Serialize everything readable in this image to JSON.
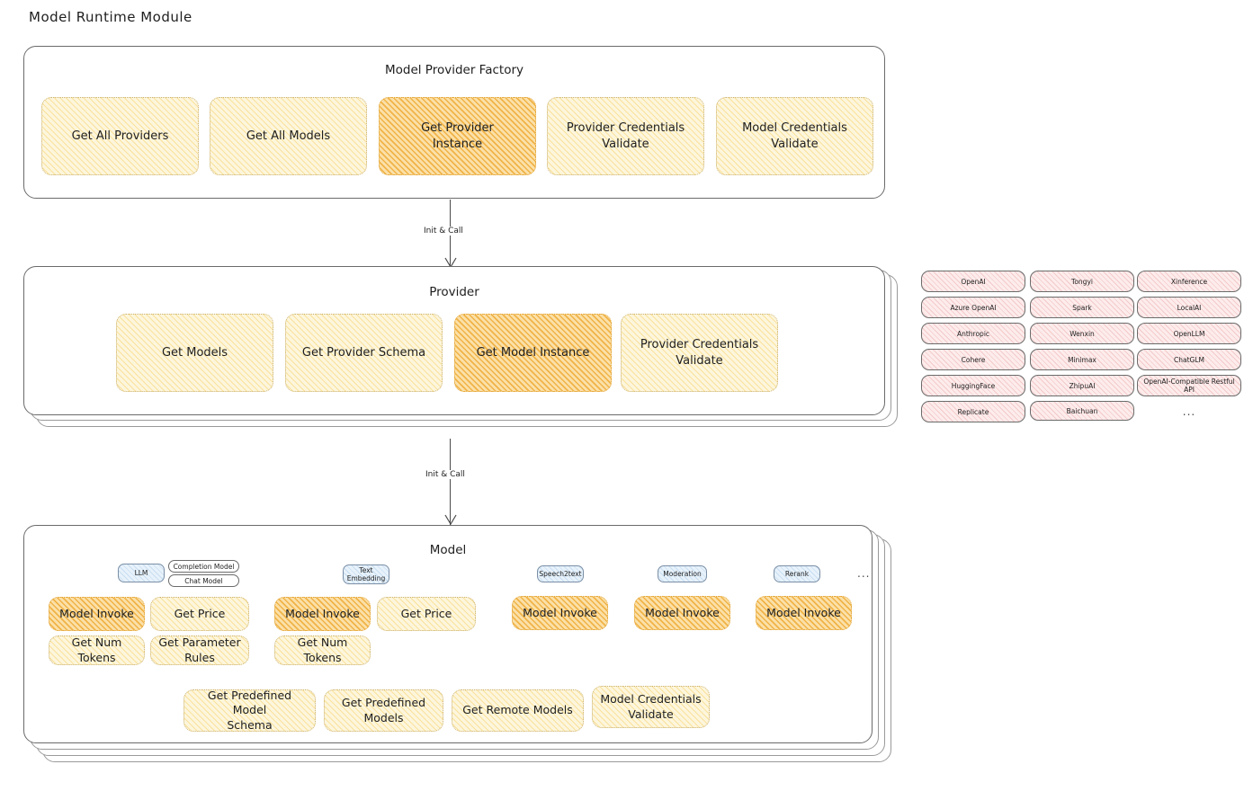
{
  "page": {
    "title": "Model Runtime Module"
  },
  "factory": {
    "title": "Model Provider Factory",
    "items": [
      {
        "label": "Get All Providers",
        "highlighted": false
      },
      {
        "label": "Get All Models",
        "highlighted": false
      },
      {
        "label": "Get Provider\nInstance",
        "highlighted": true
      },
      {
        "label": "Provider Credentials\nValidate",
        "highlighted": false
      },
      {
        "label": "Model Credentials\nValidate",
        "highlighted": false
      }
    ]
  },
  "arrows": [
    {
      "label": "Init & Call"
    },
    {
      "label": "Init & Call"
    }
  ],
  "provider": {
    "title": "Provider",
    "items": [
      {
        "label": "Get Models",
        "highlighted": false
      },
      {
        "label": "Get Provider Schema",
        "highlighted": false
      },
      {
        "label": "Get Model Instance",
        "highlighted": true
      },
      {
        "label": "Provider Credentials\nValidate",
        "highlighted": false
      }
    ]
  },
  "provider_list": {
    "columns": [
      {
        "items": [
          "OpenAI",
          "Azure OpenAI",
          "Anthropic",
          "Cohere",
          "HuggingFace",
          "Replicate"
        ]
      },
      {
        "items": [
          "Tongyi",
          "Spark",
          "Wenxin",
          "Minimax",
          "ZhipuAI",
          "Baichuan"
        ]
      },
      {
        "items": [
          "Xinference",
          "LocalAI",
          "OpenLLM",
          "ChatGLM",
          "OpenAI-Compatible Restful API"
        ]
      }
    ],
    "more": "..."
  },
  "model": {
    "title": "Model",
    "more": "...",
    "types": [
      {
        "badge": "LLM",
        "badge_style": "blue",
        "sub_badges": [
          "Completion Model",
          "Chat Model"
        ],
        "methods": [
          {
            "label": "Model Invoke",
            "highlighted": true
          },
          {
            "label": "Get Price",
            "highlighted": false
          },
          {
            "label": "Get Num Tokens",
            "highlighted": false
          },
          {
            "label": "Get Parameter\nRules",
            "highlighted": false
          }
        ]
      },
      {
        "badge": "Text\nEmbedding",
        "badge_style": "blue",
        "sub_badges": [],
        "methods": [
          {
            "label": "Model Invoke",
            "highlighted": true
          },
          {
            "label": "Get Price",
            "highlighted": false
          },
          {
            "label": "Get Num Tokens",
            "highlighted": false
          }
        ]
      },
      {
        "badge": "Speech2text",
        "badge_style": "blue",
        "sub_badges": [],
        "methods": [
          {
            "label": "Model Invoke",
            "highlighted": true
          }
        ]
      },
      {
        "badge": "Moderation",
        "badge_style": "blue",
        "sub_badges": [],
        "methods": [
          {
            "label": "Model Invoke",
            "highlighted": true
          }
        ]
      },
      {
        "badge": "Rerank",
        "badge_style": "blue",
        "sub_badges": [],
        "methods": [
          {
            "label": "Model Invoke",
            "highlighted": true
          }
        ]
      }
    ],
    "common_methods": [
      {
        "label": "Get Predefined Model\nSchema"
      },
      {
        "label": "Get Predefined\nModels"
      },
      {
        "label": "Get Remote Models"
      },
      {
        "label": "Model Credentials\nValidate"
      }
    ]
  },
  "colors": {
    "highlight_fill": "#fbe0a8",
    "normal_fill": "#fdf6dd",
    "provider_fill": "#fdecec",
    "badge_fill": "#e8f2fb",
    "stroke": "#6b6b6b"
  }
}
